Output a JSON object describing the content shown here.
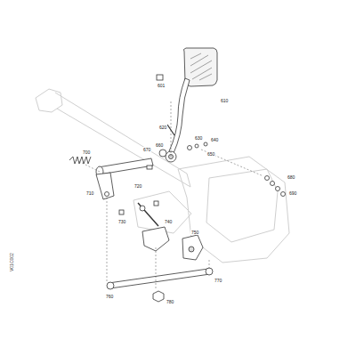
{
  "diagram": {
    "labels": [
      "601",
      "610",
      "620",
      "630",
      "640",
      "650",
      "660",
      "670",
      "680",
      "690",
      "700",
      "710",
      "720",
      "730",
      "740",
      "750",
      "760",
      "770",
      "780",
      "V01C002"
    ]
  }
}
